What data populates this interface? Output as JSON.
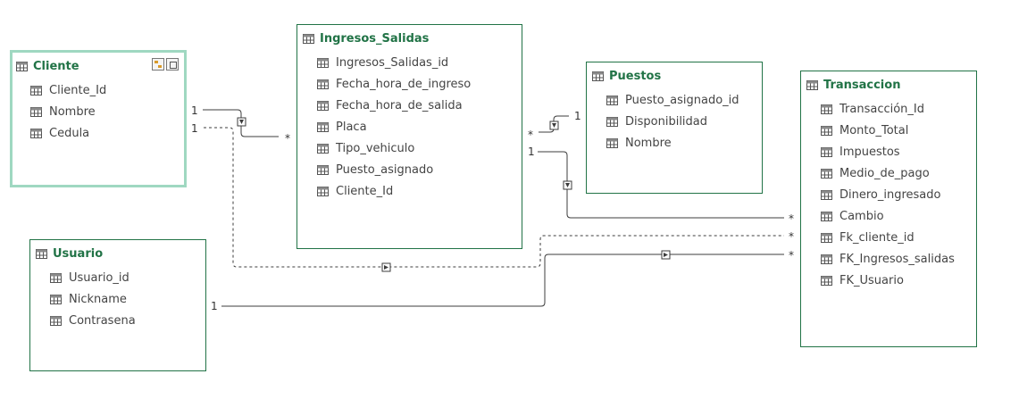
{
  "colors": {
    "header_text": "#217346",
    "border": "#217346",
    "selected_border": "#9fd8c1",
    "line": "#3c3c3c"
  },
  "tables": {
    "cliente": {
      "title": "Cliente",
      "selected": true,
      "fields": [
        "Cliente_Id",
        "Nombre",
        "Cedula"
      ]
    },
    "ingresos_salidas": {
      "title": "Ingresos_Salidas",
      "fields": [
        "Ingresos_Salidas_id",
        "Fecha_hora_de_ingreso",
        "Fecha_hora_de_salida",
        "Placa",
        "Tipo_vehiculo",
        "Puesto_asignado",
        "Cliente_Id"
      ]
    },
    "puestos": {
      "title": "Puestos",
      "fields": [
        "Puesto_asignado_id",
        "Disponibilidad",
        "Nombre"
      ]
    },
    "transaccion": {
      "title": "Transaccion",
      "fields": [
        "Transacción_Id",
        "Monto_Total",
        "Impuestos",
        "Medio_de_pago",
        "Dinero_ingresado",
        "Cambio",
        "Fk_cliente_id",
        "FK_Ingresos_salidas",
        "FK_Usuario"
      ]
    },
    "usuario": {
      "title": "Usuario",
      "fields": [
        "Usuario_id",
        "Nickname",
        "Contrasena"
      ]
    }
  },
  "relationships": [
    {
      "from": "Cliente",
      "to": "Ingresos_Salidas",
      "one": "1",
      "many": "*",
      "active": true
    },
    {
      "from": "Cliente",
      "to": "Transaccion",
      "one": "1",
      "many": "*",
      "active": false
    },
    {
      "from": "Puestos",
      "to": "Ingresos_Salidas",
      "one": "1",
      "many": "*",
      "active": true
    },
    {
      "from": "Ingresos_Salidas",
      "to": "Transaccion",
      "one": "1",
      "many": "*",
      "active": true
    },
    {
      "from": "Usuario",
      "to": "Transaccion",
      "one": "1",
      "many": "*",
      "active": true
    }
  ]
}
